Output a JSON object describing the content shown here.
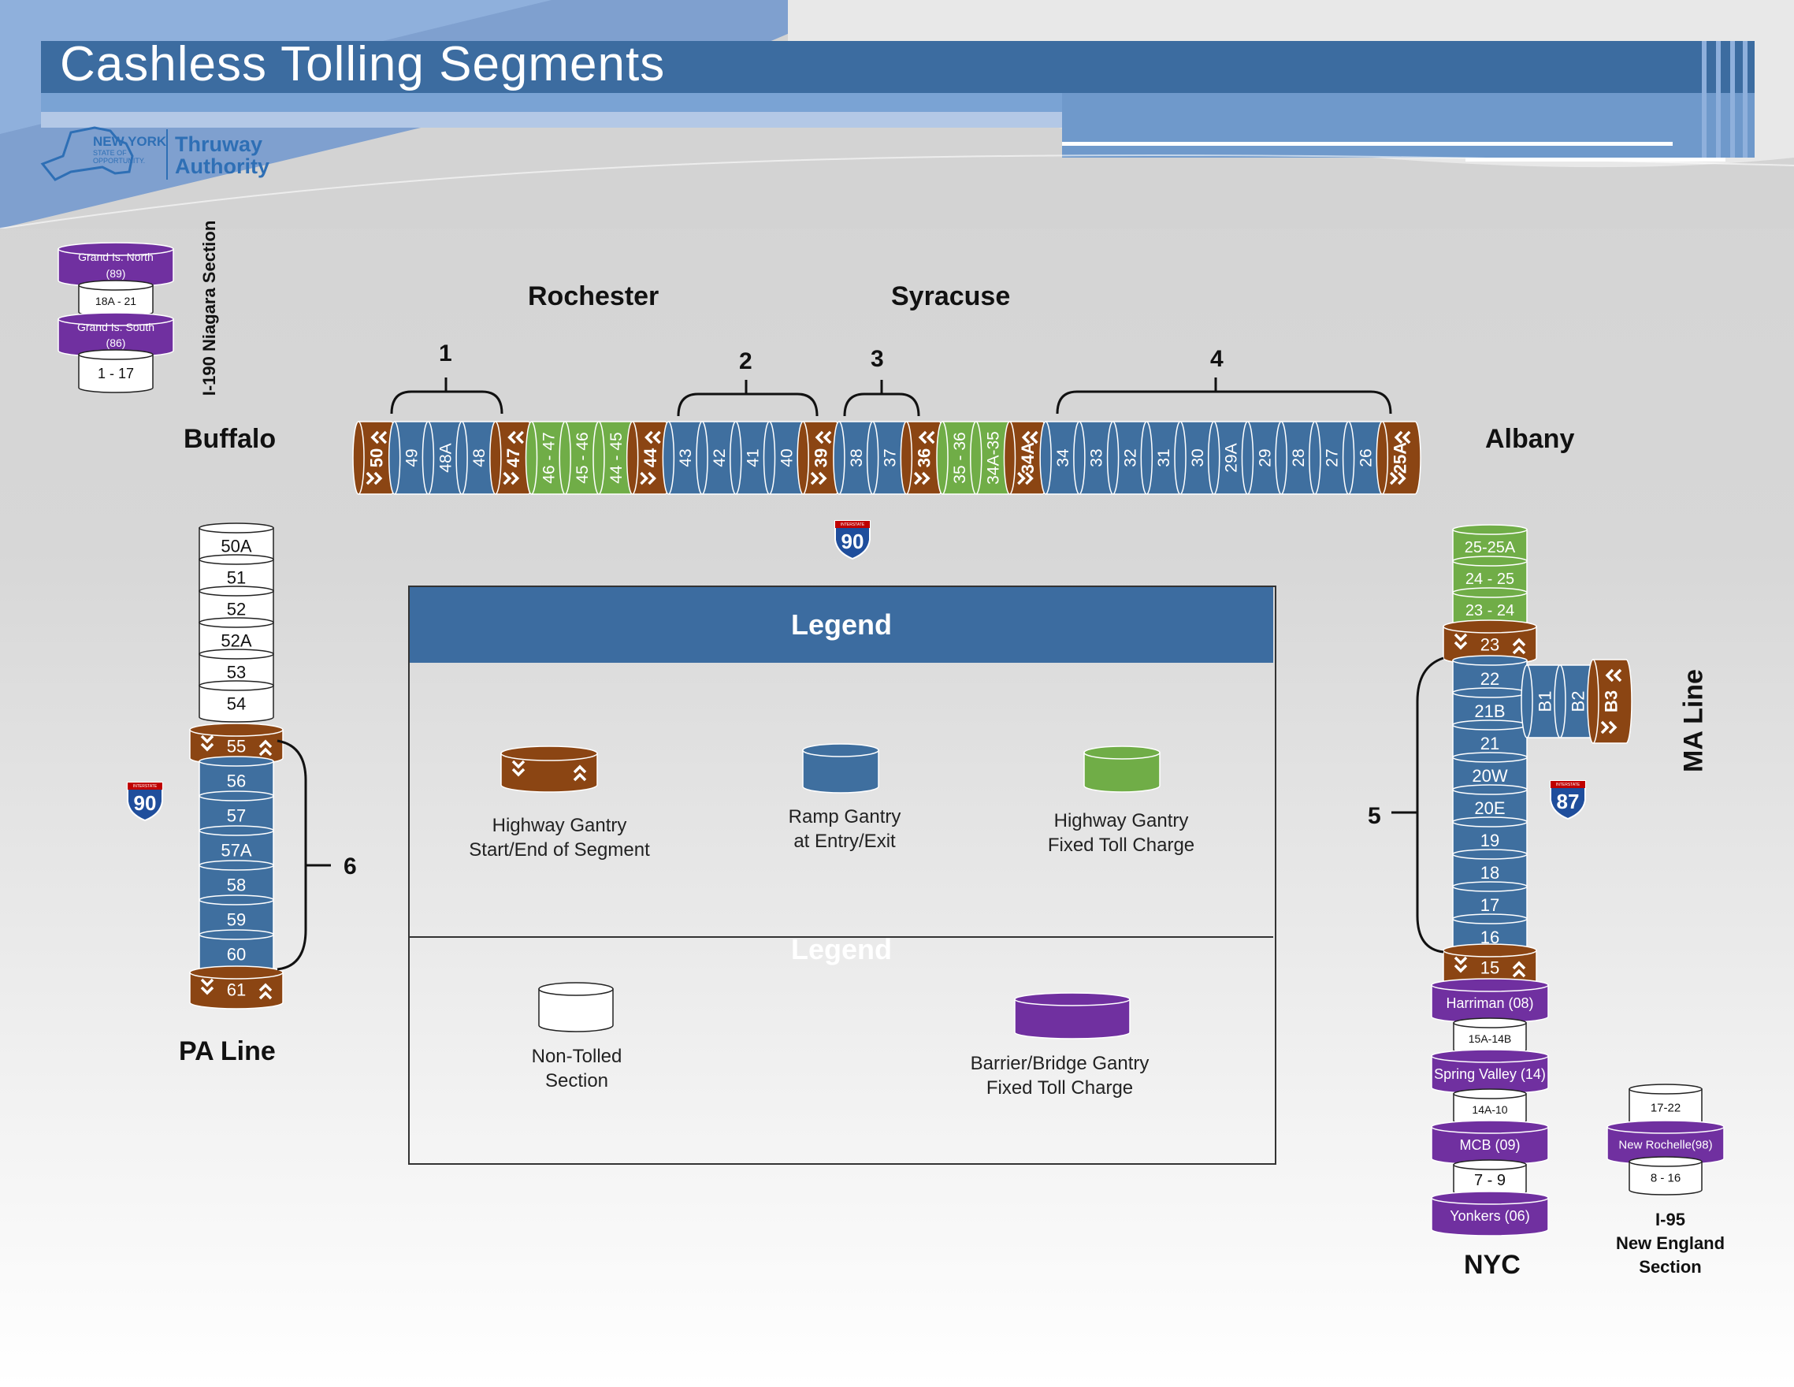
{
  "title": "Cashless Tolling Segments",
  "logo": {
    "ny_line1": "NEW YORK",
    "ny_line2": "STATE OF",
    "ny_line3": "OPPORTUNITY.",
    "agency_line1": "Thruway",
    "agency_line2": "Authority"
  },
  "cities": {
    "buffalo": "Buffalo",
    "rochester": "Rochester",
    "syracuse": "Syracuse",
    "albany": "Albany",
    "pa_line": "PA Line",
    "nyc": "NYC",
    "ma_line": "MA Line"
  },
  "niagara": {
    "label": "I-190 Niagara Section",
    "grand_north": "Grand Is. North",
    "grand_north_code": "(89)",
    "mid": "18A - 21",
    "grand_south": "Grand Is. South",
    "grand_south_code": "(86)",
    "bottom": "1 - 17"
  },
  "segments": {
    "s1": "1",
    "s2": "2",
    "s3": "3",
    "s4": "4",
    "s5": "5",
    "s6": "6"
  },
  "mainline": [
    {
      "label": "50",
      "type": "highway"
    },
    {
      "label": "49",
      "type": "ramp"
    },
    {
      "label": "48A",
      "type": "ramp"
    },
    {
      "label": "48",
      "type": "ramp"
    },
    {
      "label": "47",
      "type": "highway"
    },
    {
      "label": "46 - 47",
      "type": "fixed"
    },
    {
      "label": "45 - 46",
      "type": "fixed"
    },
    {
      "label": "44 - 45",
      "type": "fixed"
    },
    {
      "label": "44",
      "type": "highway"
    },
    {
      "label": "43",
      "type": "ramp"
    },
    {
      "label": "42",
      "type": "ramp"
    },
    {
      "label": "41",
      "type": "ramp"
    },
    {
      "label": "40",
      "type": "ramp"
    },
    {
      "label": "39",
      "type": "highway"
    },
    {
      "label": "38",
      "type": "ramp"
    },
    {
      "label": "37",
      "type": "ramp"
    },
    {
      "label": "36",
      "type": "highway"
    },
    {
      "label": "35 - 36",
      "type": "fixed"
    },
    {
      "label": "34A-35",
      "type": "fixed"
    },
    {
      "label": "34A",
      "type": "highway"
    },
    {
      "label": "34",
      "type": "ramp"
    },
    {
      "label": "33",
      "type": "ramp"
    },
    {
      "label": "32",
      "type": "ramp"
    },
    {
      "label": "31",
      "type": "ramp"
    },
    {
      "label": "30",
      "type": "ramp"
    },
    {
      "label": "29A",
      "type": "ramp"
    },
    {
      "label": "29",
      "type": "ramp"
    },
    {
      "label": "28",
      "type": "ramp"
    },
    {
      "label": "27",
      "type": "ramp"
    },
    {
      "label": "26",
      "type": "ramp"
    },
    {
      "label": "25A",
      "type": "highway"
    }
  ],
  "shields": {
    "i90_main": "90",
    "i90_west": "90",
    "i87": "87",
    "shield_word": "INTERSTATE"
  },
  "west_column": {
    "untolled": [
      "50A",
      "51",
      "52",
      "52A",
      "53",
      "54"
    ],
    "start": "55",
    "ramps": [
      "56",
      "57",
      "57A",
      "58",
      "59",
      "60"
    ],
    "end": "61"
  },
  "east_column": {
    "fixed": [
      "25-25A",
      "24 - 25",
      "23 - 24"
    ],
    "start": "23",
    "ramps": [
      "22",
      "21B",
      "21",
      "20W",
      "20E",
      "19",
      "18",
      "17",
      "16"
    ],
    "end": "15",
    "berkshire": [
      "B1",
      "B2"
    ],
    "berkshire_end": "B3",
    "south": [
      {
        "label": "Harriman (08)",
        "type": "barrier"
      },
      {
        "label": "15A-14B",
        "type": "none"
      },
      {
        "label": "Spring Valley (14)",
        "type": "barrier"
      },
      {
        "label": "14A-10",
        "type": "none"
      },
      {
        "label": "MCB (09)",
        "type": "barrier"
      },
      {
        "label": "7 - 9",
        "type": "none"
      },
      {
        "label": "Yonkers (06)",
        "type": "barrier"
      }
    ]
  },
  "i95": {
    "top": "17-22",
    "barrier": "New Rochelle(98)",
    "bottom": "8 - 16",
    "label1": "I-95",
    "label2": "New England",
    "label3": "Section"
  },
  "legend": {
    "title": "Legend",
    "watermark": "Legend",
    "highway_1": "Highway Gantry",
    "highway_2": "Start/End of Segment",
    "ramp_1": "Ramp Gantry",
    "ramp_2": "at Entry/Exit",
    "fixed_1": "Highway Gantry",
    "fixed_2": "Fixed Toll Charge",
    "none_1": "Non-Tolled",
    "none_2": "Section",
    "barrier_1": "Barrier/Bridge Gantry",
    "barrier_2": "Fixed Toll Charge"
  },
  "colors": {
    "highway": "#8b4513",
    "ramp": "#3f6f9f",
    "fixed": "#70ad47",
    "barrier": "#7030a0",
    "header": "#3c6ca0"
  }
}
